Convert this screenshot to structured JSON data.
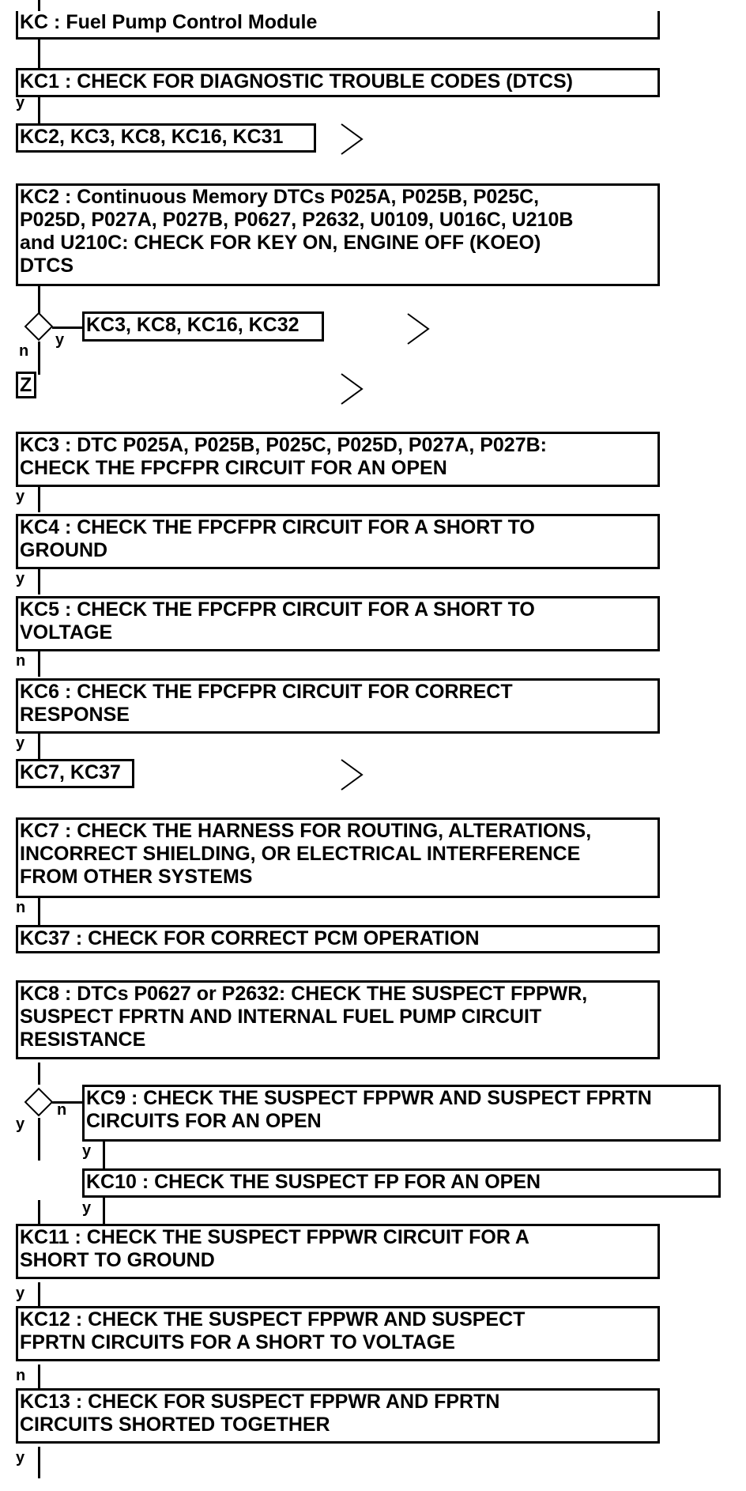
{
  "nodes": {
    "kc": "KC : Fuel Pump Control Module",
    "kc1": "KC1 : CHECK FOR DIAGNOSTIC TROUBLE CODES (DTCS)",
    "ref1": "KC2, KC3, KC8, KC16, KC31",
    "kc2": "KC2 : Continuous Memory DTCs P025A, P025B, P025C,\nP025D, P027A, P027B, P0627, P2632, U0109, U016C, U210B\nand U210C: CHECK FOR KEY ON, ENGINE OFF (KOEO)\nDTCS",
    "ref2": "KC3, KC8, KC16, KC32",
    "refz": "Z",
    "kc3": "KC3 : DTC P025A, P025B, P025C, P025D, P027A, P027B:\nCHECK THE FPCFPR CIRCUIT FOR AN OPEN",
    "kc4": "KC4 : CHECK THE FPCFPR CIRCUIT FOR A SHORT TO\nGROUND",
    "kc5": "KC5 : CHECK THE FPCFPR CIRCUIT FOR A SHORT TO\nVOLTAGE",
    "kc6": "KC6 : CHECK THE FPCFPR CIRCUIT FOR CORRECT\nRESPONSE",
    "ref3": "KC7, KC37",
    "kc7": "KC7 : CHECK THE HARNESS FOR ROUTING, ALTERATIONS,\nINCORRECT SHIELDING, OR ELECTRICAL INTERFERENCE\nFROM OTHER SYSTEMS",
    "kc37": "KC37 : CHECK FOR CORRECT PCM OPERATION",
    "kc8": "KC8 : DTCs P0627 or P2632: CHECK THE SUSPECT FPPWR,\nSUSPECT FPRTN AND INTERNAL FUEL PUMP CIRCUIT\nRESISTANCE",
    "kc9": "KC9 : CHECK THE SUSPECT FPPWR AND SUSPECT FPRTN\nCIRCUITS FOR AN OPEN",
    "kc10": "KC10 : CHECK THE SUSPECT FP FOR AN OPEN",
    "kc11": "KC11 : CHECK THE SUSPECT FPPWR CIRCUIT FOR A\nSHORT TO GROUND",
    "kc12": "KC12 : CHECK THE SUSPECT FPPWR AND SUSPECT\nFPRTN CIRCUITS FOR A SHORT TO VOLTAGE",
    "kc13": "KC13 : CHECK FOR SUSPECT FPPWR AND FPRTN\nCIRCUITS SHORTED TOGETHER"
  },
  "labels": {
    "kc1_out": "y",
    "d1_yes": "y",
    "d1_no": "n",
    "kc3_out": "y",
    "kc4_out": "y",
    "kc5_out": "n",
    "kc6_out": "y",
    "kc7_out": "n",
    "d2_no": "n",
    "d2_yes": "y",
    "kc9_out": "y",
    "kc10_out": "y",
    "kc11_out": "y",
    "kc12_out": "n",
    "kc13_out": "y"
  },
  "icons": {
    "jump": "chevron-right-icon",
    "decision": "decision-diamond-icon"
  },
  "colors": {
    "line": "#000000",
    "background": "#ffffff"
  }
}
